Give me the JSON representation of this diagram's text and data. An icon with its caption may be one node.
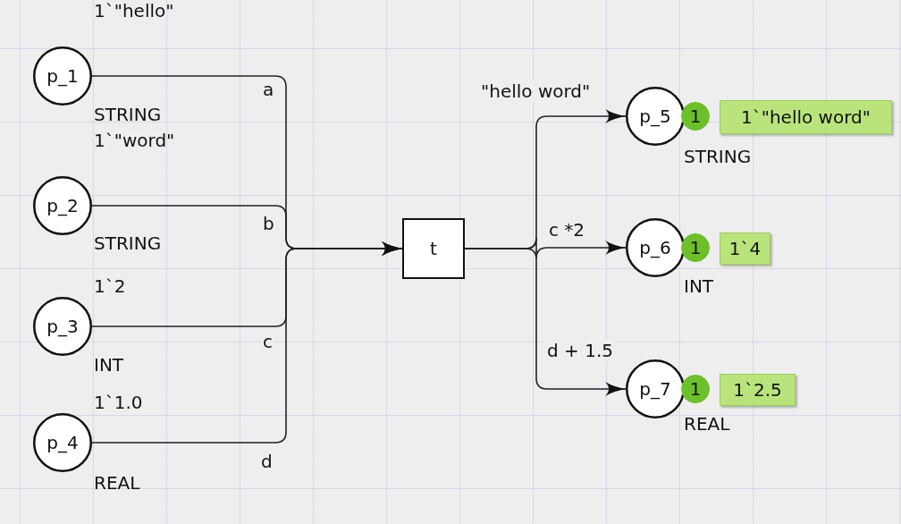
{
  "diagram": {
    "nodes": [
      {
        "text": [
          "p_1"
        ],
        "beside": [
          "1`\"hello\"",
          "STRING"
        ]
      },
      {
        "text": [
          "p_2"
        ],
        "beside": [
          "1`\"word\"",
          "STRING"
        ]
      },
      {
        "text": [
          "p_3"
        ],
        "beside": [
          "1`2",
          "INT"
        ]
      },
      {
        "text": [
          "p_4"
        ],
        "beside": [
          "1`1.0",
          "REAL"
        ]
      },
      {
        "text": [
          "t"
        ]
      },
      {
        "text": [
          "p_5"
        ],
        "beside": [
          "STRING"
        ]
      },
      {
        "text": [
          "1"
        ]
      },
      {
        "text": [
          "1`\"hello word\""
        ]
      },
      {
        "text": [
          "p_6"
        ],
        "beside": [
          "INT"
        ]
      },
      {
        "text": [
          "1"
        ]
      },
      {
        "text": [
          "1`4"
        ]
      },
      {
        "text": [
          "p_7"
        ],
        "beside": [
          "REAL"
        ]
      },
      {
        "text": [
          "1"
        ]
      },
      {
        "text": [
          "1`2.5"
        ]
      }
    ],
    "edges": [
      {
        "from": 0,
        "to": 4,
        "arrow": "to",
        "label": "a"
      },
      {
        "from": 1,
        "to": 4,
        "arrow": "to",
        "label": "b"
      },
      {
        "from": 2,
        "to": 4,
        "arrow": "to",
        "label": "c"
      },
      {
        "from": 3,
        "to": 4,
        "arrow": "to",
        "label": "d"
      },
      {
        "from": 4,
        "to": 5,
        "arrow": "to",
        "label": "\"hello word\""
      },
      {
        "from": 4,
        "to": 8,
        "arrow": "to",
        "label": "c *2"
      },
      {
        "from": 4,
        "to": 11,
        "arrow": "to",
        "label": "d + 1.5"
      }
    ]
  }
}
